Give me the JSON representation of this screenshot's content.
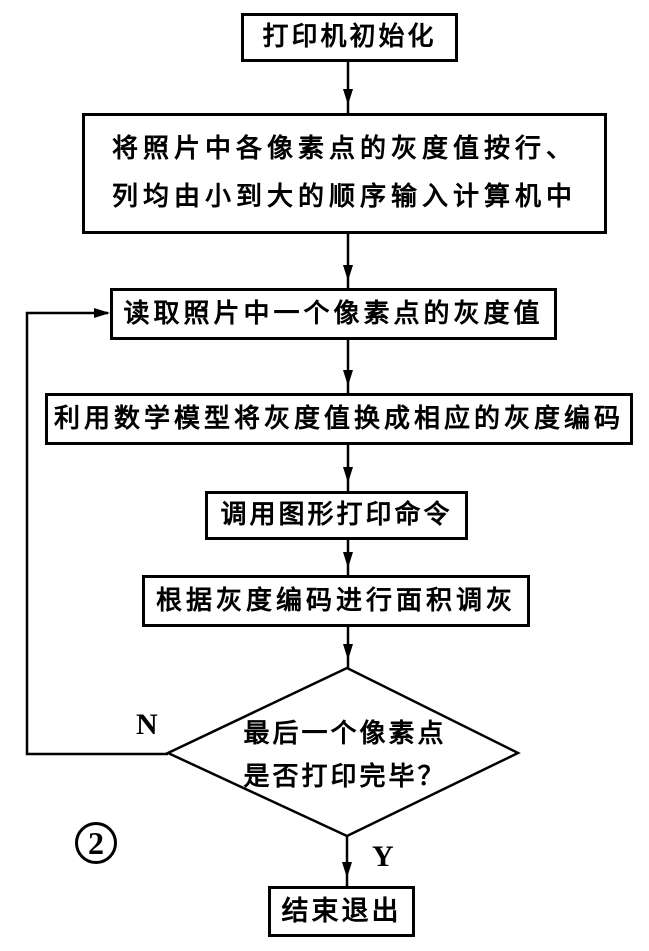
{
  "figure": {
    "type": "flowchart",
    "paper_color": "#ffffff",
    "ink_color": "#000000",
    "figure_number": "2",
    "branch_labels": {
      "no": "N",
      "yes": "Y"
    },
    "nodes": [
      {
        "id": "start",
        "shape": "rect",
        "text": "打印机初始化"
      },
      {
        "id": "load-grays",
        "shape": "rect",
        "lines": [
          "将照片中各像素点的灰度值按行、",
          "列均由小到大的顺序输入计算机中"
        ]
      },
      {
        "id": "read-pixel",
        "shape": "rect",
        "text": "读取照片中一个像素点的灰度值"
      },
      {
        "id": "encode-gray",
        "shape": "rect",
        "text": "利用数学模型将灰度值换成相应的灰度编码"
      },
      {
        "id": "print-command",
        "shape": "rect",
        "text": "调用图形打印命令"
      },
      {
        "id": "area-halftone",
        "shape": "rect",
        "text": "根据灰度编码进行面积调灰"
      },
      {
        "id": "decision",
        "shape": "diamond",
        "lines": [
          "最后一个像素点",
          "是否打印完毕？"
        ]
      },
      {
        "id": "end",
        "shape": "rect",
        "text": "结束退出"
      }
    ],
    "edges": [
      {
        "from": "start",
        "to": "load-grays"
      },
      {
        "from": "load-grays",
        "to": "read-pixel"
      },
      {
        "from": "read-pixel",
        "to": "encode-gray"
      },
      {
        "from": "encode-gray",
        "to": "print-command"
      },
      {
        "from": "print-command",
        "to": "area-halftone"
      },
      {
        "from": "area-halftone",
        "to": "decision"
      },
      {
        "from": "decision",
        "to": "end",
        "label": "Y"
      },
      {
        "from": "decision",
        "to": "read-pixel",
        "label": "N"
      }
    ]
  }
}
